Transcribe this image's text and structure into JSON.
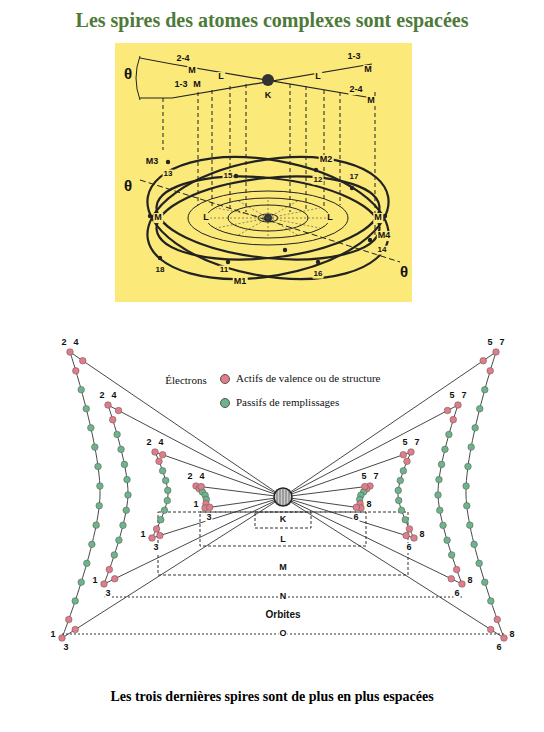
{
  "diagram": {
    "title": "Les spires des atomes complexes sont espacées",
    "caption": "Les trois dernières spires sont de plus en plus espacées",
    "labels": [
      "θ",
      "2-4",
      "M",
      "1-3",
      "M",
      "L",
      "K",
      "L",
      "1-3",
      "M",
      "2-4",
      "M",
      "M3",
      "13",
      "θ",
      "15",
      "M2",
      "12",
      "17",
      "M",
      "L",
      "L",
      "M",
      "M4",
      "14",
      "θ",
      "18",
      "11",
      "M1",
      "16",
      "Électrons",
      "2",
      "4",
      "1",
      "3",
      "2",
      "4",
      "1",
      "3",
      "2",
      "4",
      "1",
      "3",
      "2",
      "4",
      "1",
      "3",
      "5",
      "7",
      "6",
      "8",
      "5",
      "7",
      "6",
      "8",
      "5",
      "7",
      "6",
      "8",
      "5",
      "7",
      "6",
      "8",
      "K",
      "L",
      "M",
      "N",
      "Orbites",
      "O"
    ],
    "legend": [
      {
        "text": "Actifs de valence ou de structure",
        "color": "#e27c88"
      },
      {
        "text": "Passifs de remplissages",
        "color": "#6db48a"
      }
    ]
  }
}
